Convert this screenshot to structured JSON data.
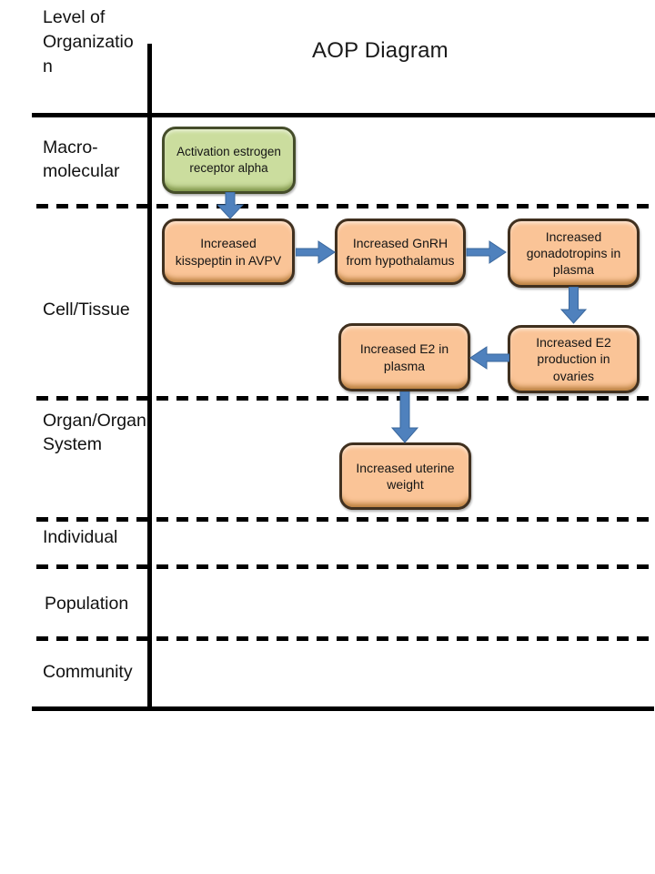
{
  "title": "AOP Diagram",
  "axis_label": "Level of Organization",
  "rows": [
    {
      "label": "Macro-molecular"
    },
    {
      "label": "Cell/Tissue"
    },
    {
      "label": "Organ/Organ System"
    },
    {
      "label": "Individual"
    },
    {
      "label": "Population"
    },
    {
      "label": "Community"
    }
  ],
  "nodes": [
    {
      "label": "Activation estrogen receptor alpha",
      "row": "Macro-molecular",
      "style": "green"
    },
    {
      "label": "Increased kisspeptin in AVPV",
      "row": "Cell/Tissue",
      "style": "orange"
    },
    {
      "label": "Increased GnRH from hypothalamus",
      "row": "Cell/Tissue",
      "style": "orange"
    },
    {
      "label": "Increased gonadotropins in plasma",
      "row": "Cell/Tissue",
      "style": "orange"
    },
    {
      "label": "Increased E2 production  in ovaries",
      "row": "Cell/Tissue",
      "style": "orange"
    },
    {
      "label": "Increased E2 in plasma",
      "row": "Cell/Tissue",
      "style": "orange"
    },
    {
      "label": "Increased uterine weight",
      "row": "Organ/Organ System",
      "style": "orange"
    }
  ],
  "arrows": [
    {
      "from": "Activation estrogen receptor alpha",
      "to": "Increased kisspeptin in AVPV",
      "direction": "down"
    },
    {
      "from": "Increased kisspeptin in AVPV",
      "to": "Increased GnRH from hypothalamus",
      "direction": "right"
    },
    {
      "from": "Increased GnRH from hypothalamus",
      "to": "Increased gonadotropins in plasma",
      "direction": "right"
    },
    {
      "from": "Increased gonadotropins in plasma",
      "to": "Increased E2 production  in ovaries",
      "direction": "down"
    },
    {
      "from": "Increased E2 production  in ovaries",
      "to": "Increased E2 in plasma",
      "direction": "left"
    },
    {
      "from": "Increased E2 in plasma",
      "to": "Increased uterine weight",
      "direction": "down"
    }
  ],
  "colors": {
    "arrow": "#4f81bd",
    "arrow_stroke": "#3a679c",
    "green_fill": "#cbdd9e",
    "green_border": "#454d2a",
    "orange_fill": "#fac497",
    "orange_border": "#40301f",
    "line": "#000000"
  }
}
